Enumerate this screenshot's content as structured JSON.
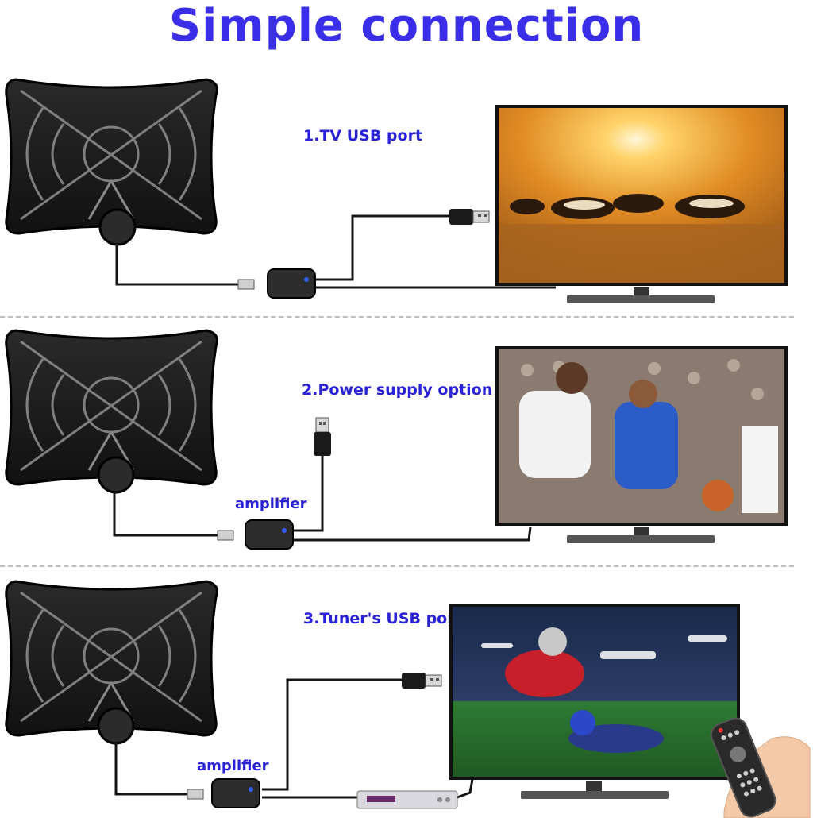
{
  "page": {
    "title": "Simple connection"
  },
  "panels": [
    {
      "label": "1.TV USB port"
    },
    {
      "label": "2.Power supply option",
      "amp_label": "amplifier"
    },
    {
      "label": "3.Tuner's USB port",
      "amp_label": "amplifier"
    }
  ],
  "colors": {
    "title": "#3a2ee8",
    "label": "#2a22d6",
    "antenna": "#1c1c1c",
    "cable": "#151515",
    "indicator": "#2f5cff"
  },
  "icons": {
    "antenna": "antenna-icon",
    "amplifier": "amplifier-icon",
    "usb": "usb-plug-icon",
    "tv": "tv-icon",
    "tuner": "tuner-box-icon",
    "remote": "remote-control-icon"
  }
}
